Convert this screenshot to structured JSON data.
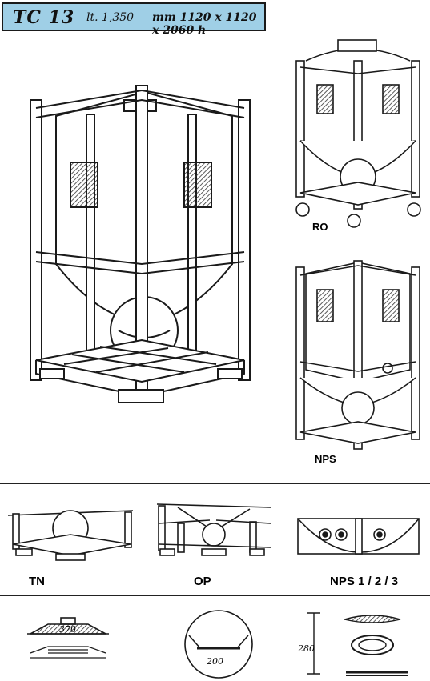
{
  "header": {
    "model": "TC 13",
    "capacity": "lt. 1,350",
    "dimensions": "mm 1120 x 1120 x 2060 h"
  },
  "variants": {
    "ro": "RO",
    "nps": "NPS"
  },
  "options": {
    "tn": "TN",
    "op": "OP",
    "nps123": "NPS 1 / 2 / 3"
  },
  "details": {
    "lid_diameter": "370",
    "outlet_diameter": "200",
    "height": "280"
  },
  "colors": {
    "header_bg": "#9fcfe6",
    "line": "#1a1a1a"
  }
}
